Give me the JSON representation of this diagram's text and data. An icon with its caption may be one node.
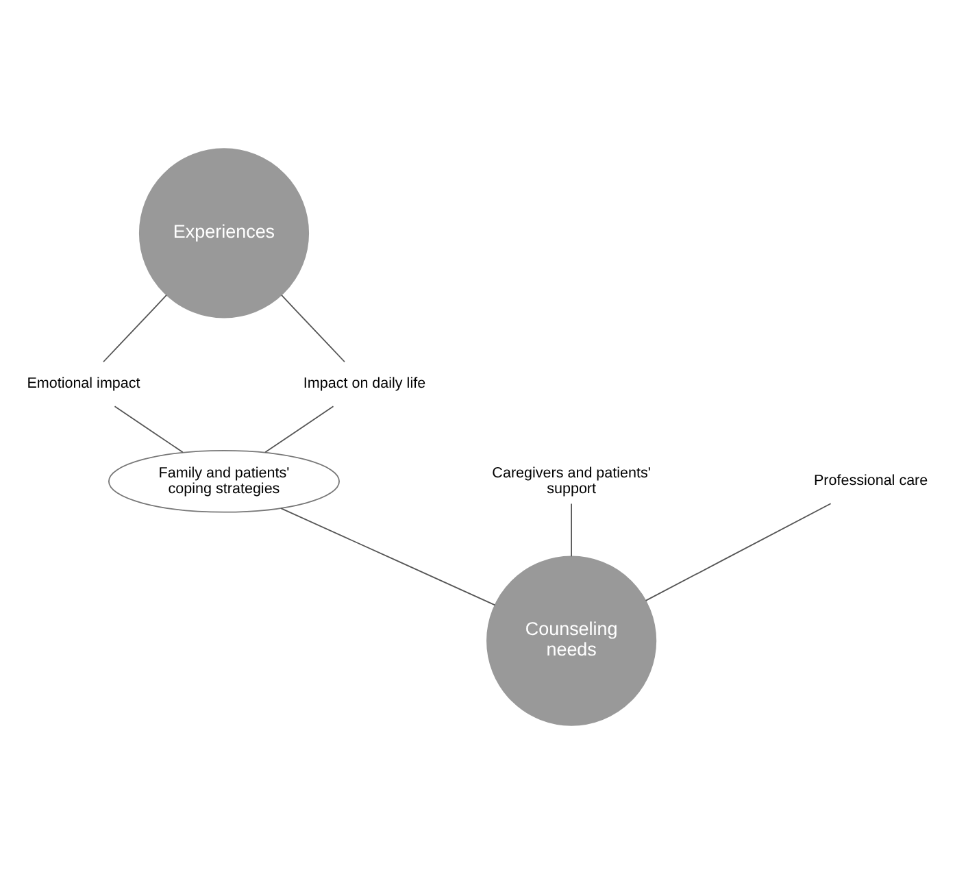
{
  "diagram": {
    "nodes": [
      {
        "text": [
          "Experiences"
        ]
      },
      {
        "text": [
          "Emotional impact"
        ]
      },
      {
        "text": [
          "Impact on daily life"
        ]
      },
      {
        "text": [
          "Family and patients' coping strategies"
        ]
      },
      {
        "text": [
          "Caregivers and patients' support"
        ]
      },
      {
        "text": [
          "Professional care"
        ]
      },
      {
        "text": [
          "Counseling needs"
        ]
      }
    ],
    "edges": [
      {
        "from": 0,
        "to": 1,
        "arrow": "none"
      },
      {
        "from": 0,
        "to": 2,
        "arrow": "none"
      },
      {
        "from": 1,
        "to": 3,
        "arrow": "none"
      },
      {
        "from": 2,
        "to": 3,
        "arrow": "none"
      },
      {
        "from": 3,
        "to": 6,
        "arrow": "none"
      },
      {
        "from": 4,
        "to": 6,
        "arrow": "none"
      },
      {
        "from": 5,
        "to": 6,
        "arrow": "none"
      }
    ]
  }
}
